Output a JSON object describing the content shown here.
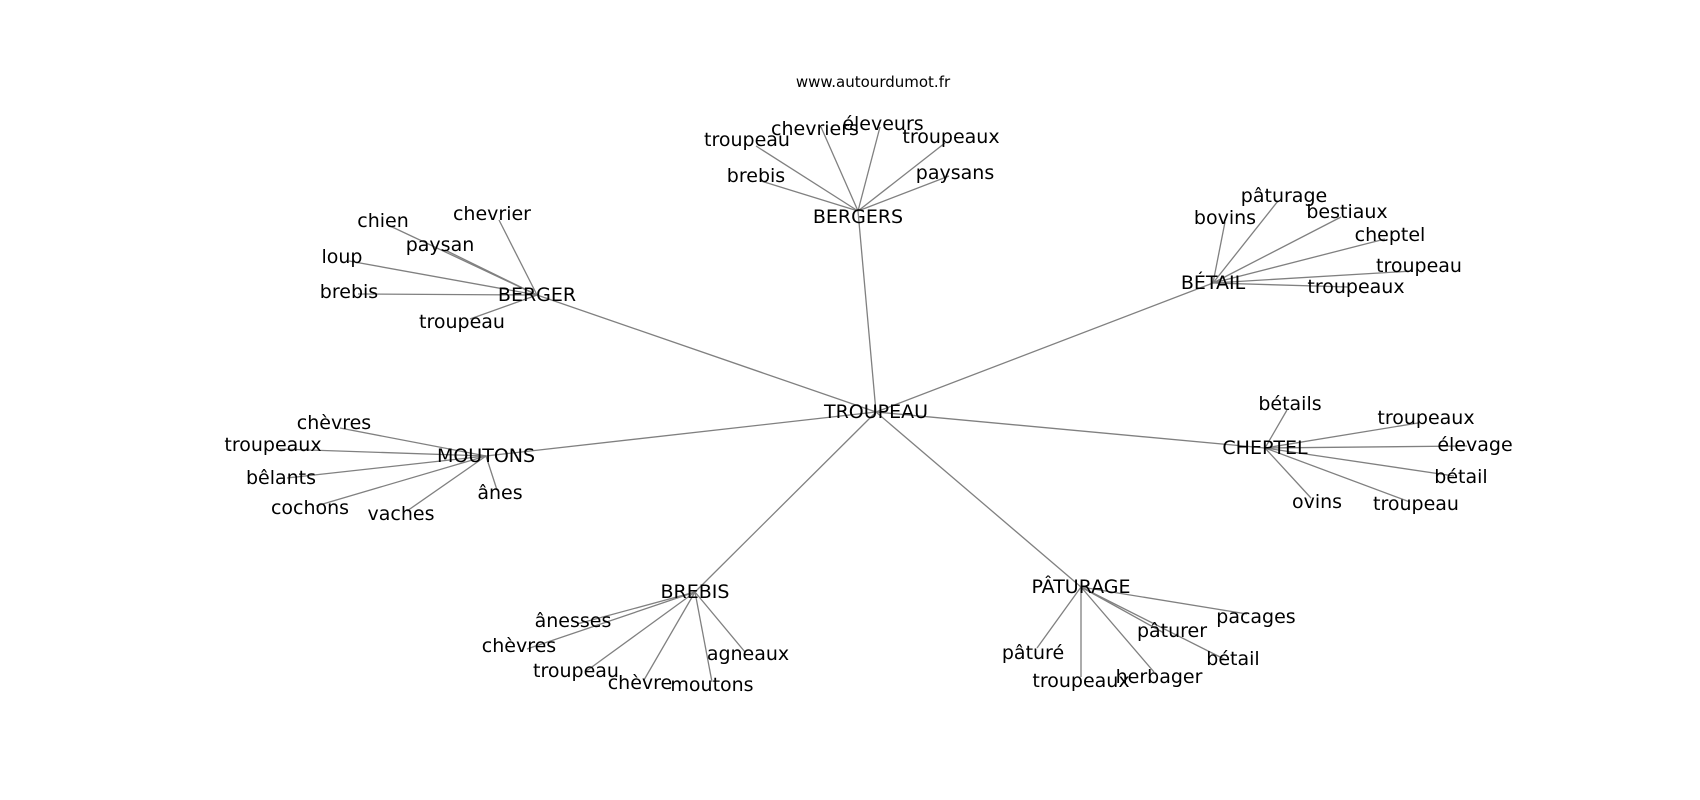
{
  "header": {
    "site": "www.autourdumot.fr"
  },
  "graph": {
    "edge_color": "#808080",
    "center": "TROUPEAU",
    "clusters": [
      {
        "hub": "BERGERS",
        "words": [
          "troupeau",
          "chevriers",
          "éleveurs",
          "troupeaux",
          "brebis",
          "paysans"
        ]
      },
      {
        "hub": "BERGER",
        "words": [
          "chien",
          "chevrier",
          "paysan",
          "loup",
          "brebis",
          "troupeau"
        ]
      },
      {
        "hub": "BÉTAIL",
        "words": [
          "pâturage",
          "bovins",
          "bestiaux",
          "cheptel",
          "troupeau",
          "troupeaux"
        ]
      },
      {
        "hub": "MOUTONS",
        "words": [
          "chèvres",
          "troupeaux",
          "bêlants",
          "cochons",
          "vaches",
          "ânes"
        ]
      },
      {
        "hub": "CHEPTEL",
        "words": [
          "bétails",
          "troupeaux",
          "élevage",
          "bétail",
          "ovins",
          "troupeau"
        ]
      },
      {
        "hub": "BREBIS",
        "words": [
          "ânesses",
          "chèvres",
          "troupeau",
          "chèvre",
          "moutons",
          "agneaux"
        ]
      },
      {
        "hub": "PÂTURAGE",
        "words": [
          "pacages",
          "pâturer",
          "bétail",
          "pâturé",
          "troupeaux",
          "herbager"
        ]
      }
    ]
  }
}
